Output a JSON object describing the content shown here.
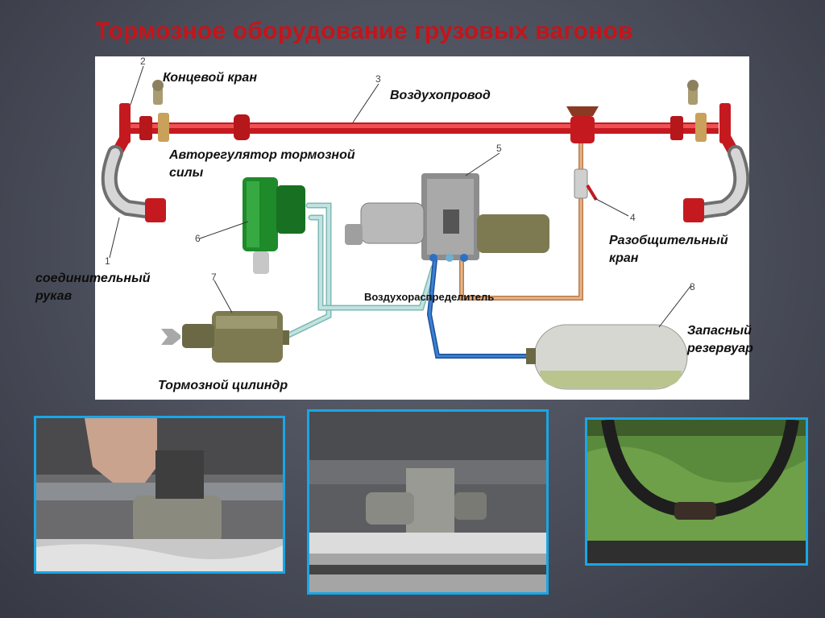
{
  "slide": {
    "title": "Тормозное оборудование грузовых вагонов"
  },
  "diagram": {
    "labels": {
      "end_valve": "Концевой кран",
      "air_line": "Воздухопровод",
      "load_regulator_line1": "Авторегулятор тормозной",
      "load_regulator_line2": "силы",
      "disconnect_valve_line1": "Разобщительный",
      "disconnect_valve_line2": "кран",
      "hose_line1": "соединительный",
      "hose_line2": "рукав",
      "air_distributor": "Воздухораспределитель",
      "reservoir_line1": "Запасный",
      "reservoir_line2": "резервуар",
      "brake_cylinder": "Тормозной цилиндр"
    },
    "numbers": {
      "n1": "1",
      "n2": "2",
      "n3": "3",
      "n4": "4",
      "n5": "5",
      "n6": "6",
      "n7": "7",
      "n8": "8"
    },
    "colors": {
      "air_line": "#e0262a",
      "regulator": "#1f8a2a",
      "distributor": "#8d8d8d",
      "cylinder": "#7d7a52",
      "reservoir": "#d7d7d2",
      "pipe_light": "#a9d6d3",
      "pipe_blue": "#2d6fc4",
      "pipe_tan": "#d9a06f"
    }
  },
  "photos": [
    {
      "subject": "brake-cylinder-under-wagon"
    },
    {
      "subject": "air-distributor-under-wagon"
    },
    {
      "subject": "connecting-hoses-coupled"
    }
  ],
  "accent": "#19a6e6"
}
